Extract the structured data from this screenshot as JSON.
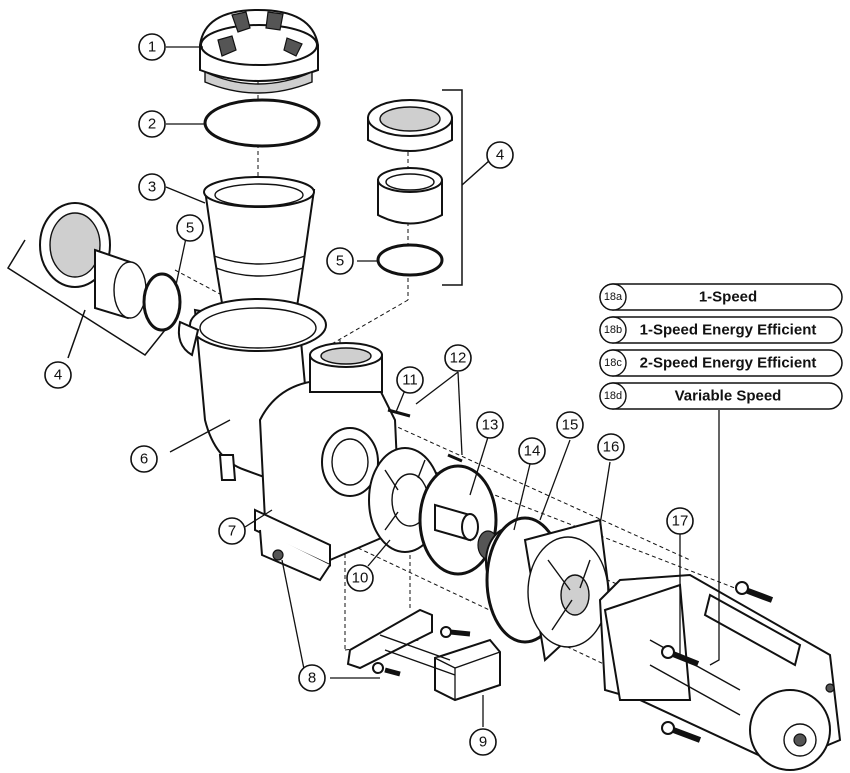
{
  "callouts": [
    {
      "label": "1"
    },
    {
      "label": "2"
    },
    {
      "label": "3"
    },
    {
      "label": "4"
    },
    {
      "label": "5"
    },
    {
      "label": "5"
    },
    {
      "label": "4"
    },
    {
      "label": "6"
    },
    {
      "label": "7"
    },
    {
      "label": "8"
    },
    {
      "label": "9"
    },
    {
      "label": "10"
    },
    {
      "label": "11"
    },
    {
      "label": "12"
    },
    {
      "label": "13"
    },
    {
      "label": "14"
    },
    {
      "label": "15"
    },
    {
      "label": "16"
    },
    {
      "label": "17"
    }
  ],
  "legend": [
    {
      "code": "18a",
      "label": "1-Speed"
    },
    {
      "code": "18b",
      "label": "1-Speed Energy Efficient"
    },
    {
      "code": "18c",
      "label": "2-Speed Energy Efficient"
    },
    {
      "code": "18d",
      "label": "Variable Speed"
    }
  ]
}
